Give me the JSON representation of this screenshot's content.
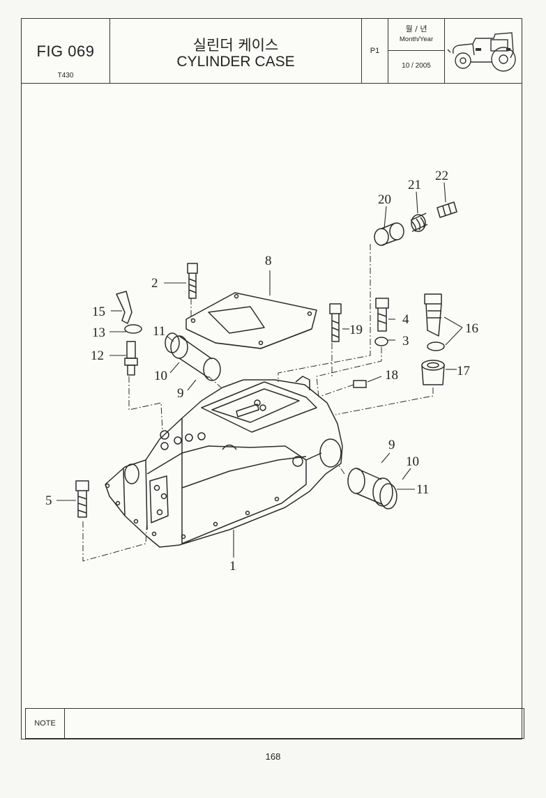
{
  "header": {
    "figure_number": "FIG 069",
    "model": "T430",
    "title_korean": "실린더 케이스",
    "title_english": "CYLINDER CASE",
    "page_label": "P1",
    "date_label_korean": "월 / 년",
    "date_label_english": "Month/Year",
    "date_value": "10 / 2005",
    "logo_icon": "tractor-icon"
  },
  "diagram": {
    "part_labels": [
      "1",
      "2",
      "3",
      "4",
      "5",
      "8",
      "9",
      "10",
      "11",
      "12",
      "13",
      "15",
      "16",
      "17",
      "18",
      "19",
      "20",
      "21",
      "22",
      "9",
      "10",
      "11"
    ]
  },
  "note": {
    "label": "NOTE",
    "content": ""
  },
  "footer": {
    "page_number": "168"
  }
}
